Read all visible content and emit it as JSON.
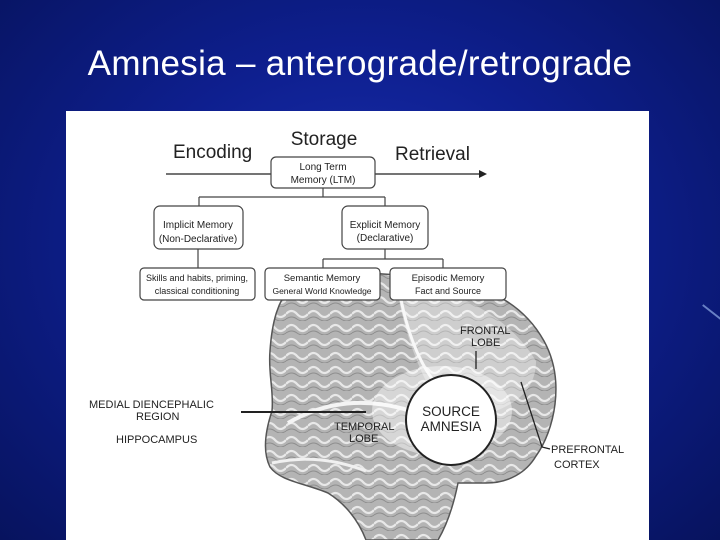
{
  "slide": {
    "title": "Amnesia – anterograde/retrograde"
  },
  "diagram": {
    "stages": {
      "encoding": "Encoding",
      "storage": "Storage",
      "retrieval": "Retrieval"
    },
    "ltm": {
      "line1": "Long Term",
      "line2": "Memory (LTM)"
    },
    "implicit": {
      "line1": "Implicit Memory",
      "line2": "(Non-Declarative)"
    },
    "explicit": {
      "line1": "Explicit Memory",
      "line2": "(Declarative)"
    },
    "skills": {
      "line1": "Skills and habits, priming,",
      "line2": "classical conditioning"
    },
    "semantic": {
      "line1": "Semantic Memory",
      "line2": "General World Knowledge"
    },
    "episodic": {
      "line1": "Episodic Memory",
      "line2": "Fact and Source"
    },
    "brain_labels": {
      "frontal_1": "FRONTAL",
      "frontal_2": "LOBE",
      "medial_1": "MEDIAL DIENCEPHALIC",
      "medial_2": "REGION",
      "hippocampus": "HIPPOCAMPUS",
      "temporal_1": "TEMPORAL",
      "temporal_2": "LOBE",
      "source_1": "SOURCE",
      "source_2": "AMNESIA",
      "prefrontal_1": "PREFRONTAL",
      "prefrontal_2": "CORTEX"
    }
  }
}
